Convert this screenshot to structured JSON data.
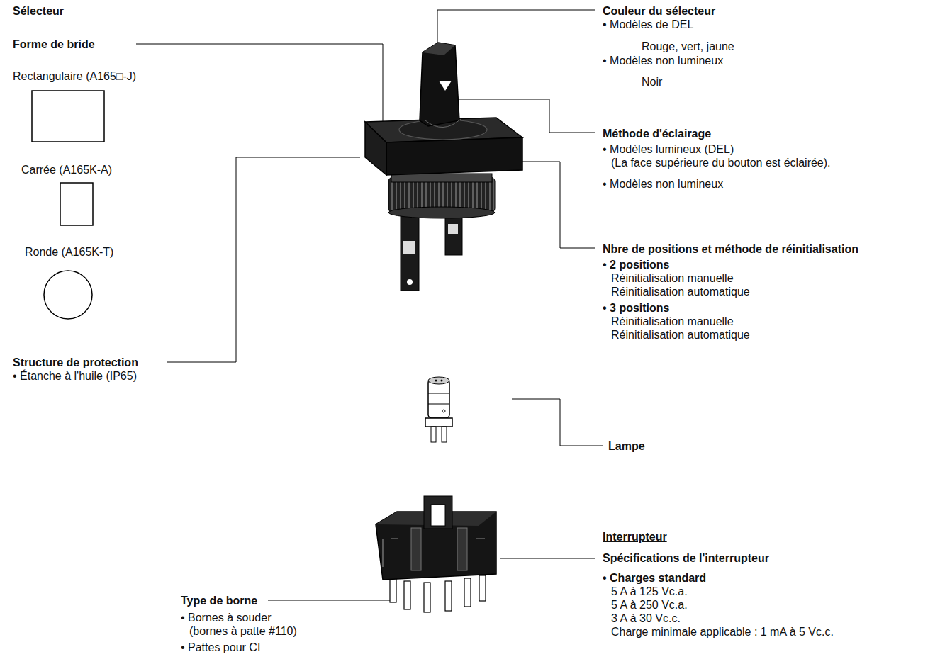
{
  "diagram": {
    "labels": [
      "Sélecteur",
      "Forme de bride",
      "Rectangulaire (A165□-J)",
      "Carrée (A165K-A)",
      "Ronde (A165K-T)",
      "Structure de protection",
      "• Étanche à l'huile (IP65)",
      "Couleur du sélecteur",
      "• Modèles de DEL",
      "Rouge, vert, jaune",
      "• Modèles non lumineux",
      "Noir",
      "Méthode d'éclairage",
      "• Modèles lumineux (DEL)",
      "(La face supérieure du bouton est éclairée).",
      "• Modèles non lumineux",
      "Nbre de positions et méthode de réinitialisation",
      "• 2 positions",
      "Réinitialisation manuelle",
      "Réinitialisation automatique",
      "• 3 positions",
      "Réinitialisation manuelle",
      "Réinitialisation automatique",
      "Lampe",
      "Interrupteur",
      "Spécifications de l'interrupteur",
      "• Charges standard",
      "5 A à 125 Vc.a.",
      "5 A à 250 Vc.a.",
      "3 A à 30 Vc.c.",
      "Charge minimale applicable : 1 mA à 5 Vc.c.",
      "Type de borne",
      "• Bornes à souder",
      "(bornes à patte #110)",
      "• Pattes pour CI"
    ]
  }
}
